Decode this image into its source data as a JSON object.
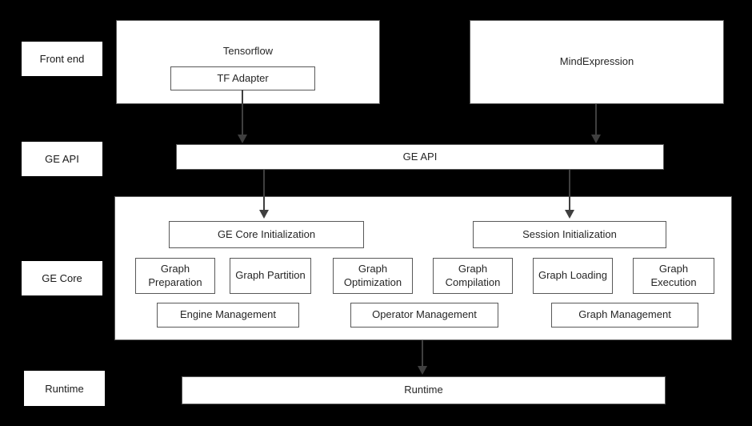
{
  "colors": {
    "background": "#000000",
    "box_background": "#ffffff",
    "box_border": "#595959",
    "text": "#262626",
    "arrow": "#3f3f3f"
  },
  "side_labels": {
    "front_end": "Front end",
    "ge_api": "GE API",
    "ge_core": "GE Core",
    "runtime": "Runtime"
  },
  "front_end": {
    "tensorflow_label": "Tensorflow",
    "tf_adapter_label": "TF Adapter",
    "mindexpression_label": "MindExpression"
  },
  "ge_api": {
    "label": "GE API"
  },
  "ge_core": {
    "init_boxes": [
      "GE Core Initialization",
      "Session Initialization"
    ],
    "stage_boxes": [
      "Graph Preparation",
      "Graph Partition",
      "Graph Optimization",
      "Graph Compilation",
      "Graph Loading",
      "Graph Execution"
    ],
    "management_boxes": [
      "Engine Management",
      "Operator Management",
      "Graph Management"
    ]
  },
  "runtime": {
    "label": "Runtime"
  }
}
